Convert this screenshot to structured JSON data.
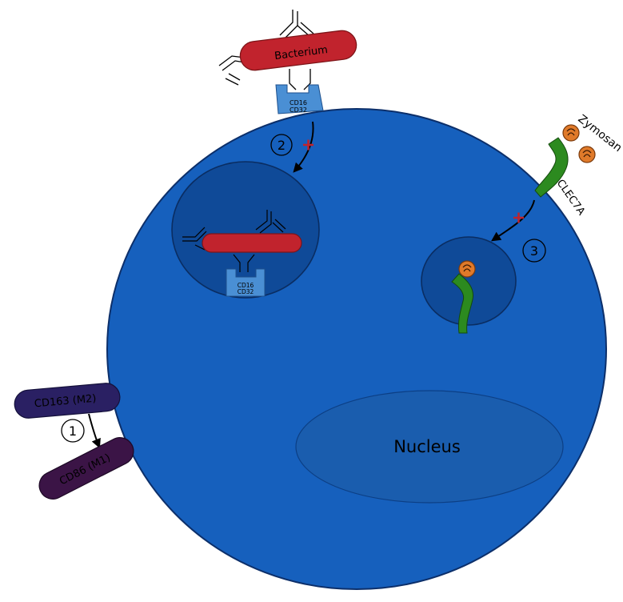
{
  "labels": {
    "bacterium": "Bacterium",
    "receptor_line1": "CD16",
    "receptor_line2": "CD32",
    "zymosan": "Zymosan",
    "clec7a": "CLEC7A",
    "nucleus": "Nucleus",
    "cd163": "CD163 (M2)",
    "cd86": "CD86 (M1)"
  },
  "steps": [
    "1",
    "2",
    "3"
  ],
  "colors": {
    "cell": "#1660bd",
    "cell_stroke": "#0c2f6a",
    "phagosome": "#0f4a98",
    "nucleus": "#1a5dae",
    "bacterium": "#c1232d",
    "receptor": "#4a8fd4",
    "clec7a": "#2c8a1f",
    "zymosan": "#e07a2a",
    "cd163": "#2a2063",
    "cd86": "#3b1446",
    "block_mark": "#c1232d"
  }
}
